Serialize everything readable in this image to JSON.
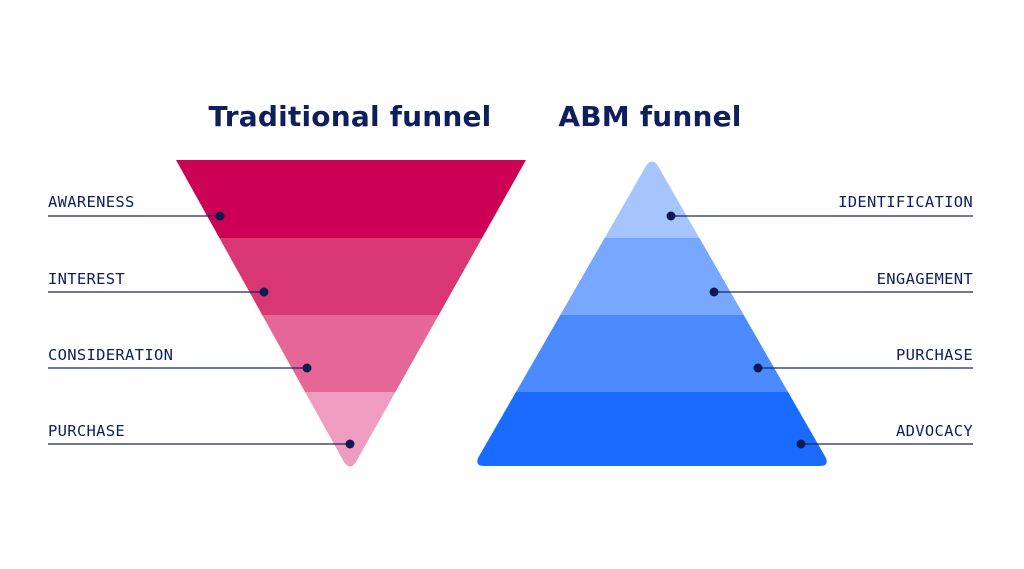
{
  "traditional_funnel": {
    "title": "Traditional funnel",
    "stages": [
      {
        "label": "AWARENESS",
        "color": "#cc0055"
      },
      {
        "label": "INTEREST",
        "color": "#d93674"
      },
      {
        "label": "CONSIDERATION",
        "color": "#e56798"
      },
      {
        "label": "PURCHASE",
        "color": "#ee9dc0"
      }
    ]
  },
  "abm_funnel": {
    "title": "ABM funnel",
    "stages": [
      {
        "label": "IDENTIFICATION",
        "color": "#a6c5ff"
      },
      {
        "label": "ENGAGEMENT",
        "color": "#78a7ff"
      },
      {
        "label": "PURCHASE",
        "color": "#4b8aff"
      },
      {
        "label": "ADVOCACY",
        "color": "#1a6bff"
      }
    ]
  },
  "colors": {
    "text": "#0f1f5e",
    "dot": "#0f1a52"
  }
}
